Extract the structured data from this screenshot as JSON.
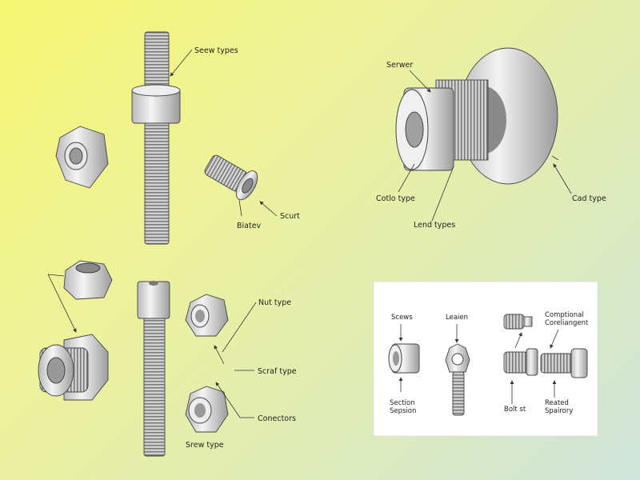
{
  "labels": {
    "screw_types": "Seew types",
    "biatev": "Biatev",
    "scurt": "Scurt",
    "serwer": "Serwer",
    "cotlo_type": "Cotlo type",
    "lend_types": "Lend types",
    "cad_type": "Cad type",
    "nut_type": "Nut type",
    "scraf_type": "Scraf type",
    "conectors": "Conectors",
    "srew_type": "Srew type"
  },
  "panel": {
    "scews": "Scews",
    "leaien": "Leaien",
    "comptional_1": "Comptional",
    "comptional_2": "Coreliangent",
    "section_1": "Section",
    "section_2": "Sepsion",
    "bolt": "Bolt st",
    "reated_1": "Reated",
    "reated_2": "Spairory"
  },
  "colors": {
    "panel_bg": "#ffffff",
    "metal": "#d8d8d8",
    "outline": "#444444"
  }
}
